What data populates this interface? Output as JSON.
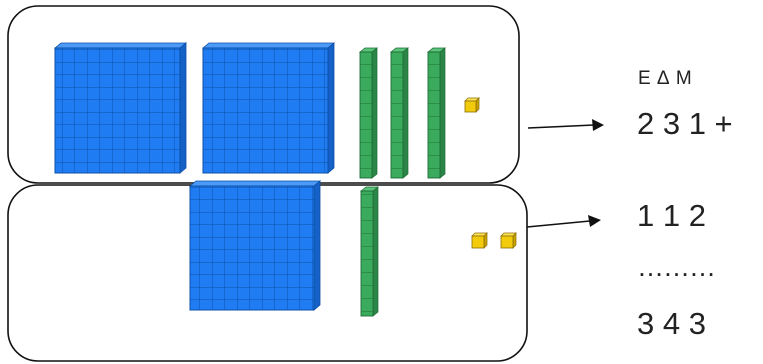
{
  "place_value_header": "Ε Δ Μ",
  "addition": {
    "first_number": "2 3 1  +",
    "second_number": "1 1 2",
    "separator": "………",
    "result": "3 4 3"
  },
  "blocks": {
    "top_box": {
      "hundreds": 2,
      "tens": 3,
      "units": 1
    },
    "bottom_box": {
      "hundreds": 1,
      "tens": 1,
      "units": 2
    }
  },
  "colors": {
    "hundreds": "#1f7cf2",
    "tens": "#3aaa5c",
    "units": "#f2cc0c",
    "outline": "#111111"
  }
}
